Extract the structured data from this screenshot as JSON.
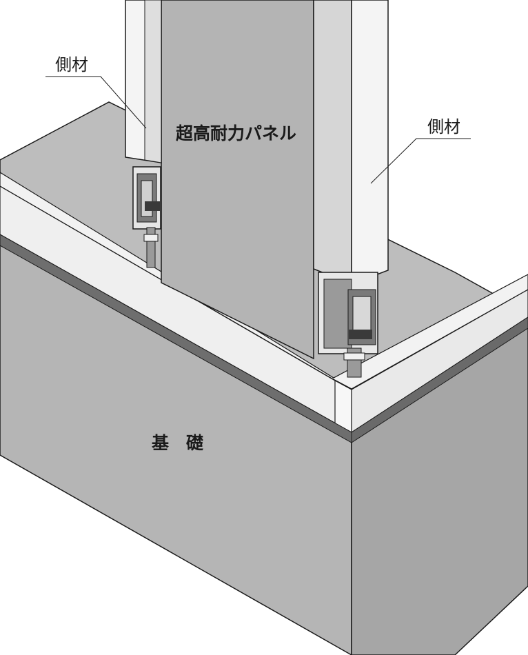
{
  "labels": {
    "side_member_left": "側材",
    "side_member_right": "側材",
    "panel": "超高耐力パネル",
    "foundation": "基　礎"
  },
  "colors": {
    "panel_fill": "#b4b4b4",
    "foundation_top": "#bdbdbd",
    "foundation_front": "#b3b3b3",
    "foundation_side": "#a3a3a3",
    "sill_light": "#f2f2f2",
    "sill_dark_band": "#6e6e6e",
    "member_light": "#f4f4f4",
    "outline": "#1a1a1a"
  }
}
